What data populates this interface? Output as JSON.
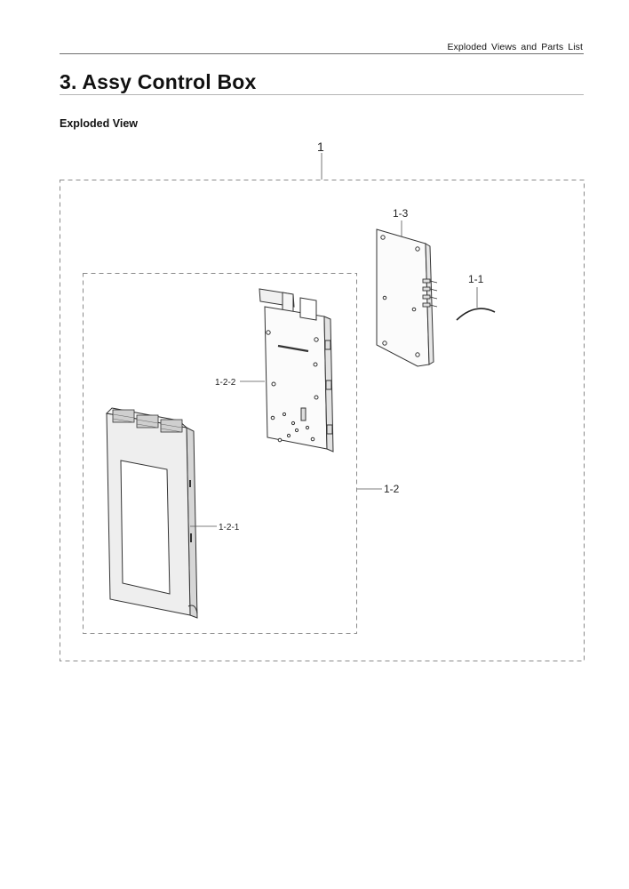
{
  "header": {
    "running_title": "Exploded Views and Parts List",
    "page_title": "3.  Assy Control Box",
    "section_heading": "Exploded View"
  },
  "diagram": {
    "callouts": {
      "assy": "1",
      "part_1_1": "1-1",
      "part_1_2": "1-2",
      "part_1_2_1": "1-2-1",
      "part_1_2_2": "1-2-2",
      "part_1_3": "1-3"
    }
  }
}
